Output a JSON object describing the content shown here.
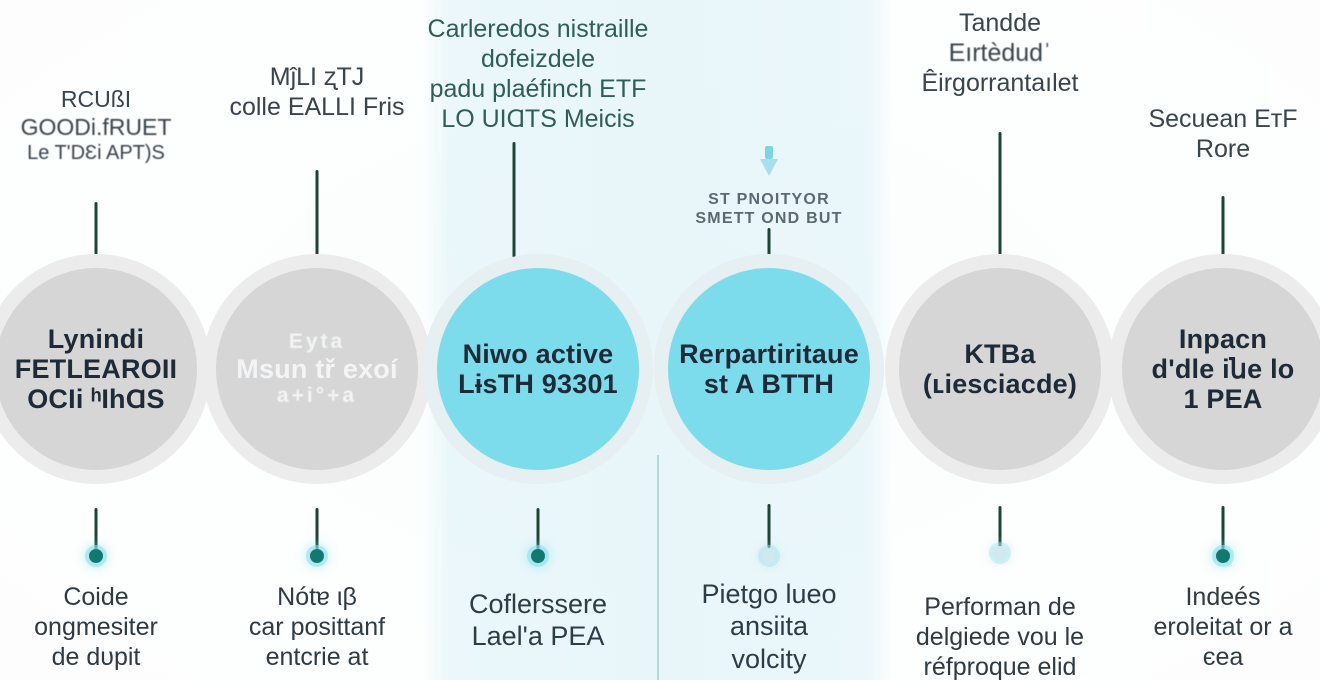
{
  "theme": {
    "background": "#fdfdfd",
    "band_highlight": "#e0f3f8",
    "circle_grey": "#d6d6d6",
    "circle_grey_halo": "#ececec",
    "circle_cyan": "#7ddcec",
    "circle_cyan_halo": "#e2f3f7",
    "connector_line": "#1d4434",
    "node_dot": "#12796f",
    "node_glow": "#89dff0",
    "text_dark": "#1f2a38",
    "text_grey": "#39444c",
    "text_teal": "#2e5f55"
  },
  "diagram": {
    "type": "horizontal-timeline",
    "step_count": 6,
    "highlighted_range": [
      3,
      4
    ]
  },
  "steps": [
    {
      "index": 1,
      "circle_lines": [
        "Lynindi",
        "FETLEAROII",
        "OCIi ʰIhⱭS"
      ],
      "circle_style": "grey",
      "top_label_lines": [
        "RCUßI",
        "GOODi.fRUET",
        "Le T'DƐi APT)S"
      ],
      "bottom_label_lines": [
        "Coide",
        "ongmesiter",
        "de dυpit"
      ]
    },
    {
      "index": 2,
      "circle_lines": [
        "Eyta",
        "Msun tř exoí",
        "a+i°+a"
      ],
      "circle_style": "grey",
      "top_label_lines": [
        "MĵLI ʐTJ",
        "colle EALLI Fris"
      ],
      "bottom_label_lines": [
        "Nótɐ ιβ",
        "car posittanf",
        "entcrie at"
      ]
    },
    {
      "index": 3,
      "circle_lines": [
        "Niwo active",
        "LɨsTH 93301"
      ],
      "circle_style": "cyan",
      "top_label_lines": [
        "Carleredos nistraille",
        "dofeizdele",
        "padu plaéfinch ETF",
        "LO UIⱭTS Meicis"
      ],
      "bottom_label_lines": [
        "Coflerѕѕere",
        "Lael'a PEA"
      ]
    },
    {
      "index": 4,
      "circle_lines": [
        "Rerpartiritaue",
        "st A BTTH"
      ],
      "circle_style": "cyan",
      "top_label_lines": [
        "ST PNOITΥOR",
        "SMETT OND BUT"
      ],
      "top_label_style": "tiny-caps",
      "bottom_label_lines": [
        "Pietgo lueo",
        "ansiita",
        "volcity"
      ]
    },
    {
      "index": 5,
      "circle_lines": [
        "KTBa",
        "(ʟiesciacde)"
      ],
      "circle_style": "grey",
      "top_label_lines": [
        "Tandde",
        "Eırtèdudˈ",
        "Êirgorrantaılet"
      ],
      "bottom_label_lines": [
        "Performan de",
        "delgiede vou le",
        "réfproque elid"
      ]
    },
    {
      "index": 6,
      "circle_lines": [
        "Inpacn",
        "d'dle iնe lo",
        "1 PEA"
      ],
      "circle_style": "grey",
      "top_label_lines": [
        "Secuean EᴛF",
        "Rore"
      ],
      "bottom_label_lines": [
        "Indeés",
        "eroleitat or a",
        "єea"
      ]
    }
  ],
  "icons": {
    "down_arrow": "down-arrow-icon"
  }
}
